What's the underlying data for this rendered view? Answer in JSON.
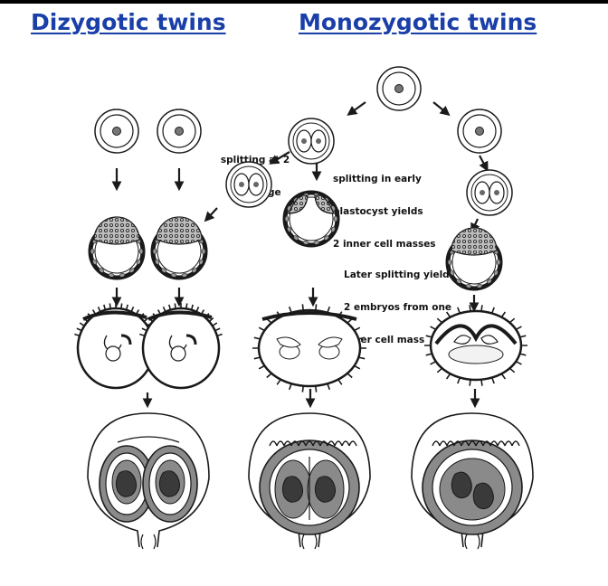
{
  "titles": {
    "dizygotic": "Dizygotic twins",
    "monozygotic": "Monozygotic twins"
  },
  "labels": {
    "two_cell": [
      "splitting at 2",
      "cell stage"
    ],
    "early_blastocyst": [
      "splitting in early",
      "blastocyst yields",
      "2 inner cell masses"
    ],
    "later_splitting": [
      "Later splitting yields",
      "2 embryos from one",
      "inner cell mass"
    ]
  },
  "colors": {
    "title": "#1a3fa8",
    "ink": "#1a1a1a",
    "shade": "#8a8a8a",
    "cavity": "#f2f2f2"
  }
}
